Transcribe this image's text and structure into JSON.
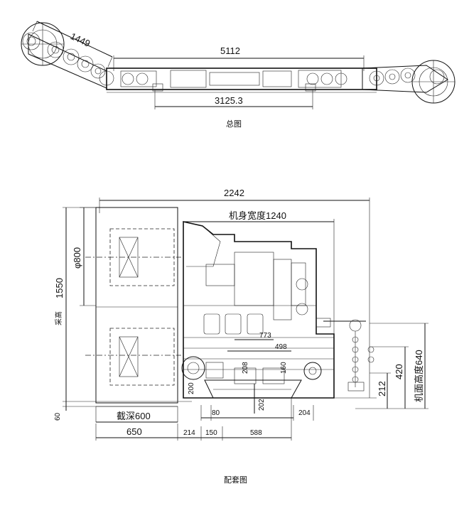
{
  "top_view": {
    "caption": "总图",
    "dim_arm": "1449",
    "dim_total": "5112",
    "dim_body": "3125.3"
  },
  "side_view": {
    "caption": "配套图",
    "dim_overall_width": "2242",
    "dim_body_width": "机身宽度1240",
    "dim_drum": "φ800",
    "dim_cut_height_value": "1550",
    "dim_cut_height_label": "采高",
    "dim_bottom_60": "60",
    "dim_cut_depth": "截深600",
    "dim_650": "650",
    "dim_214": "214",
    "dim_150": "150",
    "dim_588": "588",
    "dim_80": "80",
    "dim_204": "204",
    "dim_202": "202",
    "dim_200": "200",
    "dim_208": "208",
    "dim_160": "160",
    "dim_773": "773",
    "dim_498": "498",
    "dim_212": "212",
    "dim_420": "420",
    "dim_machine_face_height": "机面高度640"
  }
}
